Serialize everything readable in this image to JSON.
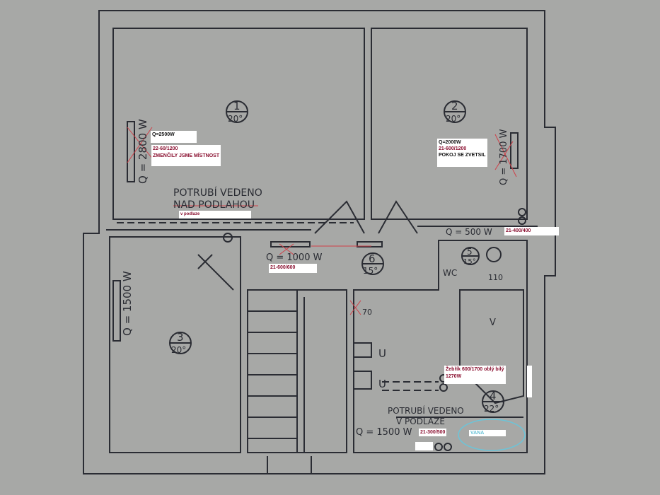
{
  "plan": {
    "rooms": [
      {
        "number": "1",
        "temp": "20°"
      },
      {
        "number": "2",
        "temp": "20°"
      },
      {
        "number": "3",
        "temp": "20°"
      },
      {
        "number": "4",
        "temp": "22°"
      },
      {
        "number": "5",
        "temp": "15°"
      },
      {
        "number": "6",
        "temp": "15°"
      }
    ],
    "handwritten": {
      "q_room1": "Q = 2800 W",
      "q_room2": "Q = 1700 W",
      "q_room3": "Q = 1500 W",
      "q_wc": "Q = 500 W",
      "q_hall": "Q = 1000 W",
      "q_bath": "Q = 1500 W",
      "pipe_top_1": "POTRUBÍ VEDENO",
      "pipe_top_2": "NAD PODLAHOU",
      "pipe_bottom_1": "POTRUBÍ VEDENO",
      "pipe_bottom_2": "V PODLAZE",
      "wc": "WC",
      "u1": "U",
      "u2": "U",
      "v": "V",
      "n110": "110",
      "n70": "70"
    }
  },
  "annotations": {
    "room1_q": "Q=2500W",
    "room1_type": "22-60/1200",
    "room1_note": "ZMENČILY JSME MÍSTNOST",
    "pipe_note": "v podlaze",
    "room2_q": "Q=2000W",
    "room2_type": "21-600/1200",
    "room2_note": "POKOJ SE ZVETSIL",
    "wc_type": "21-400/400",
    "hall_type": "21-600/600",
    "bath_ladder": "Žebřík 600/1700 oblý bílý",
    "bath_ladder_w": "1270W",
    "bath_type": "21-300/500",
    "bath_tub": "VANA"
  },
  "colors": {
    "paper": "#a7a8a6",
    "ink": "#2a2c33",
    "annot_red": "#8a1030",
    "annot_cyan": "#6cc4d8"
  }
}
